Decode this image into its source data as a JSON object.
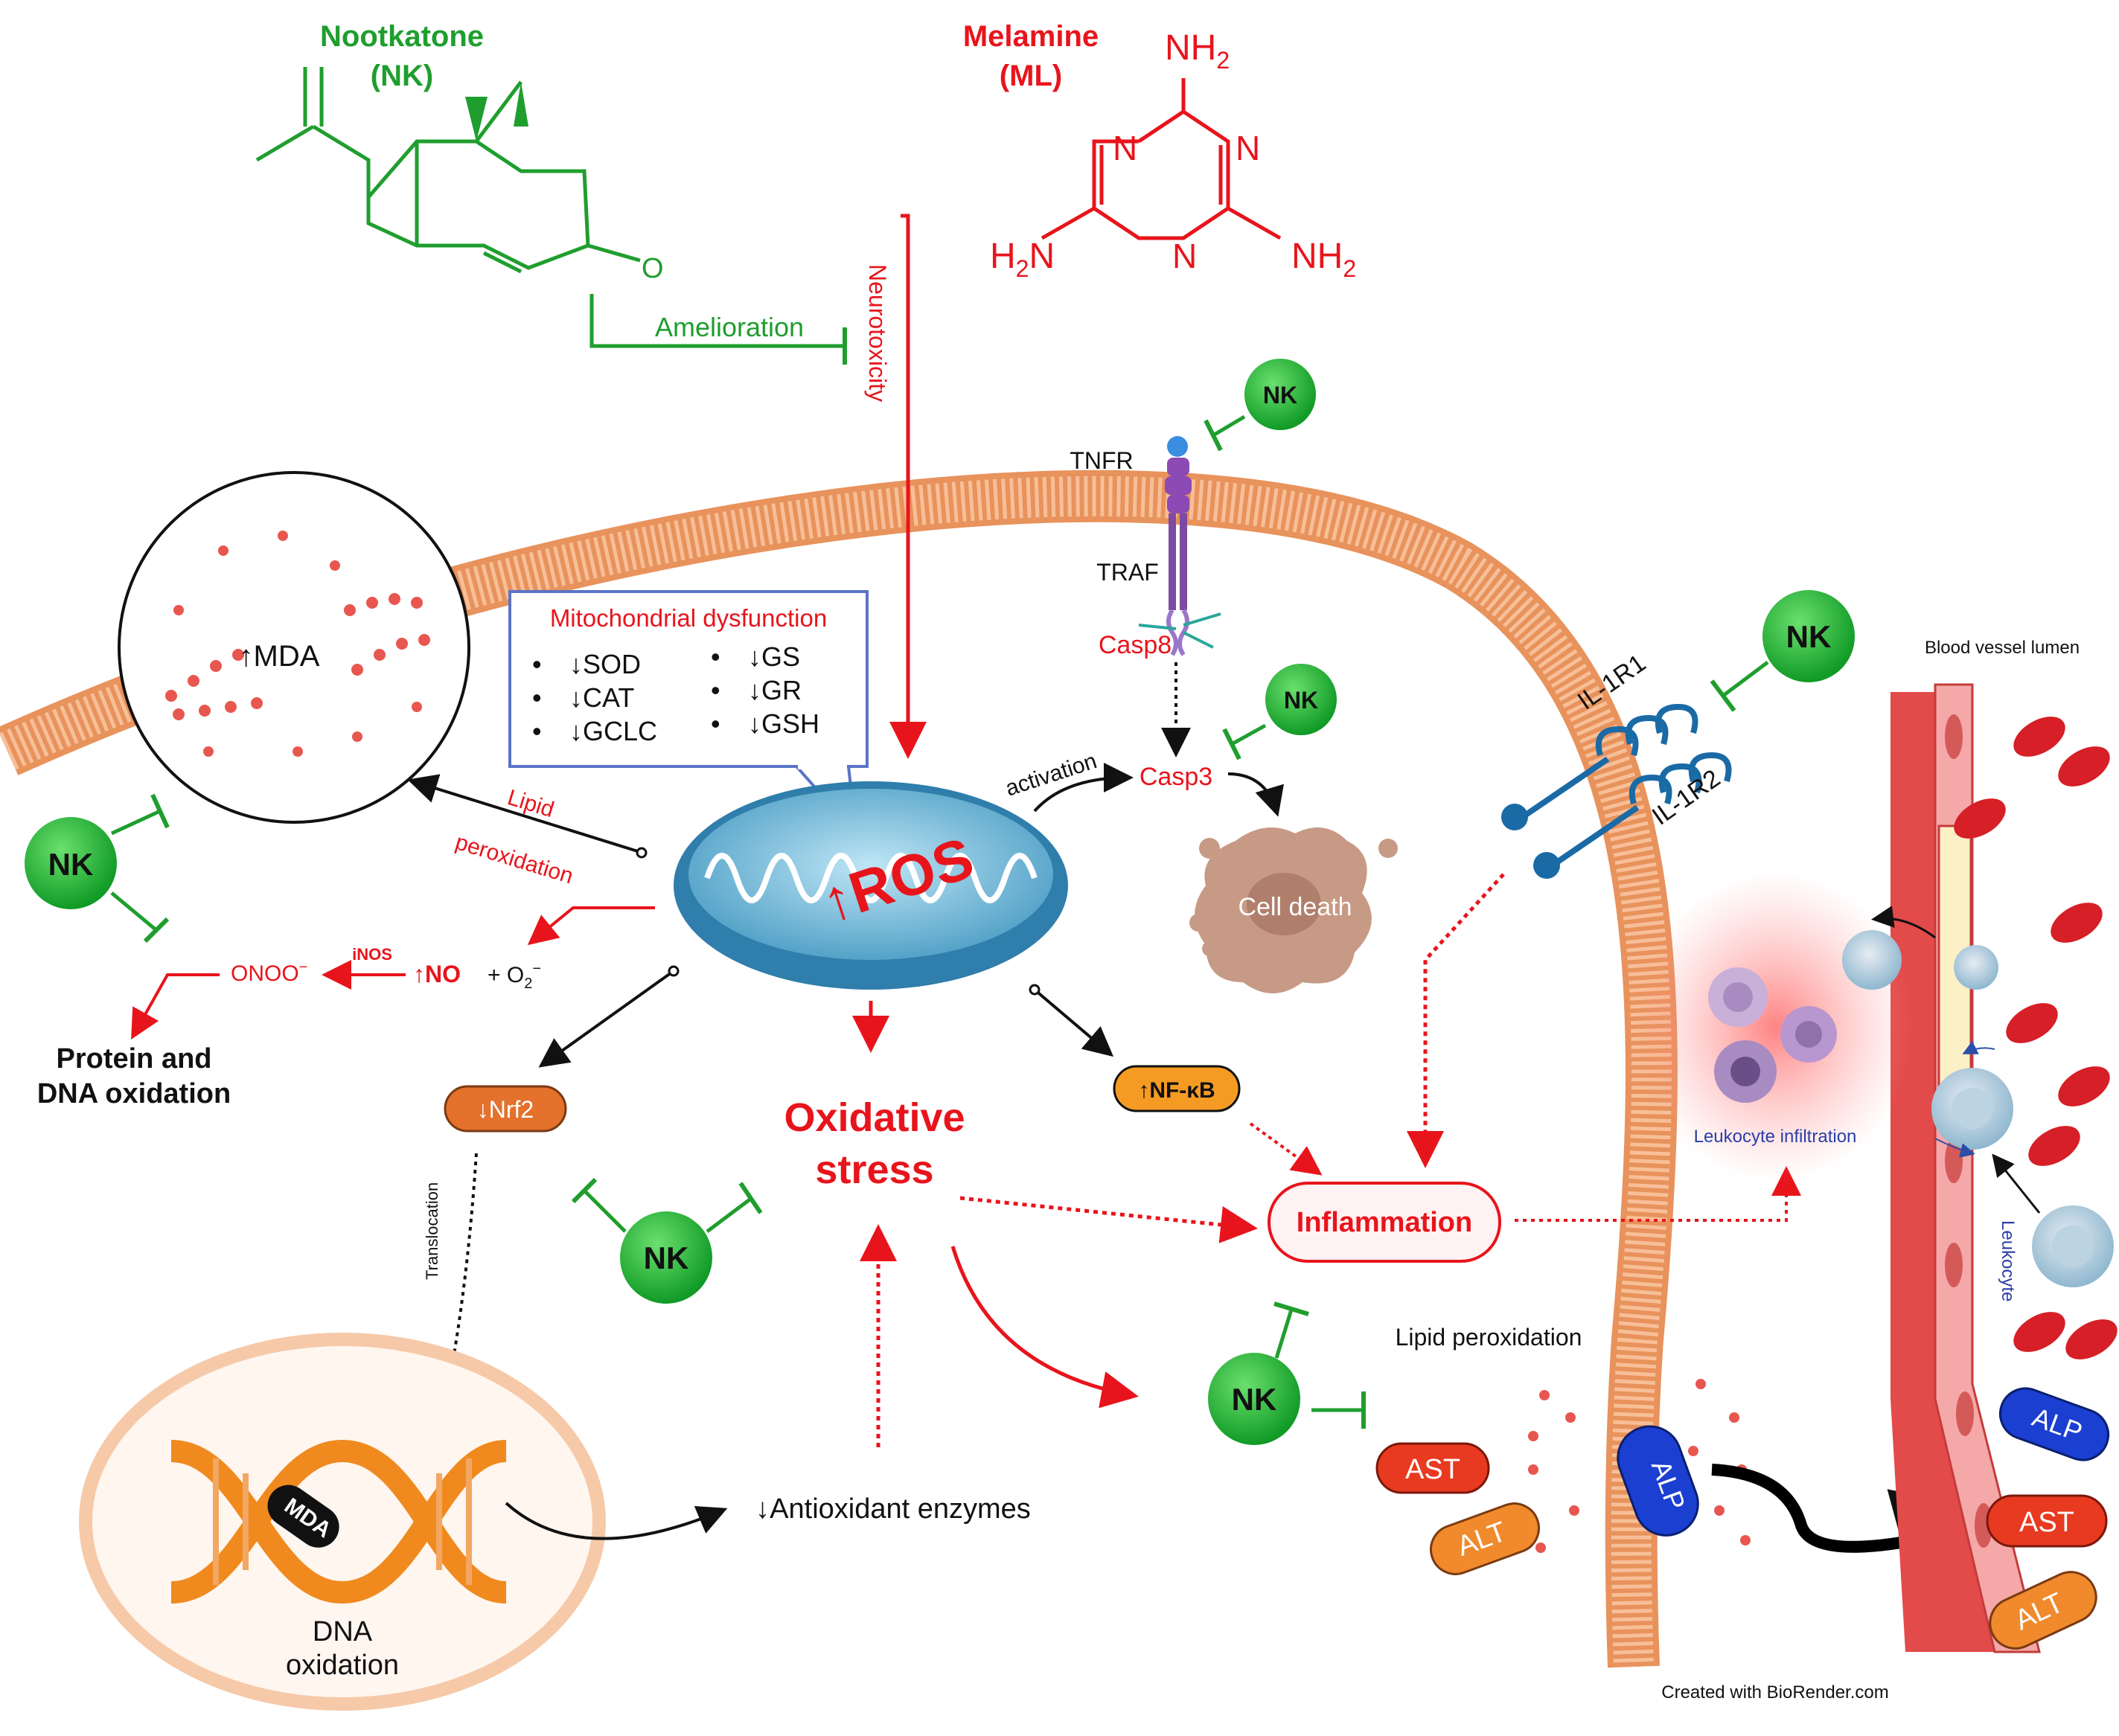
{
  "compounds": {
    "nk_name": "Nootkatone",
    "nk_abbr": "(NK)",
    "nk_oxygen": "O",
    "ml_name": "Melamine",
    "ml_abbr": "(ML)",
    "ml_n": "N",
    "ml_nh2": "NH",
    "ml_h2n_h": "H",
    "ml_h2n_n": "N",
    "ml_sub2": "2"
  },
  "actions": {
    "amelioration": "Amelioration",
    "neurotoxicity": "Neurotoxicity",
    "nk_badge": "NK"
  },
  "receptors": {
    "tnfr": "TNFR",
    "traf": "TRAF",
    "casp8": "Casp8",
    "casp3": "Casp3",
    "activation": "activation",
    "il1r1": "IL-1R1",
    "il1r2": "IL-1R2"
  },
  "mito_box": {
    "title": "Mitochondrial dysfunction",
    "left_items": [
      "↓SOD",
      "↓CAT",
      "↓GCLC"
    ],
    "right_items": [
      "↓GS",
      "↓GR",
      "↓GSH"
    ],
    "bullet": "•"
  },
  "center": {
    "ros": "↑ROS",
    "oxidative": "Oxidative",
    "stress": "stress",
    "cell_death": "Cell death",
    "mda_circle": "↑MDA",
    "lipid": "Lipid",
    "peroxidation": "peroxidation"
  },
  "left_path": {
    "onoo": "ONOO",
    "onoo_sup": "−",
    "inos": "iNOS",
    "no": "↑NO",
    "plus_o2": "+ O",
    "o2_sub": "2",
    "o2_sup": "−",
    "protein_line1": "Protein and",
    "protein_line2": "DNA oxidation"
  },
  "lower": {
    "nrf2": "↓Nrf2",
    "nfkb": "↑NF-κB",
    "inflammation": "Inflammation",
    "translocation": "Translocation",
    "antioxidant": "↓Antioxidant enzymes",
    "dna_mda": "MDA",
    "dna_line1": "DNA",
    "dna_line2": "oxidation",
    "lipid_perox": "Lipid peroxidation"
  },
  "liver_enzymes": {
    "ast": "AST",
    "alt": "ALT",
    "alp": "ALP"
  },
  "vessel": {
    "lumen": "Blood vessel lumen",
    "infiltration": "Leukocyte infiltration",
    "leukocyte": "Leukocyte"
  },
  "credit": "Created with BioRender.com",
  "colors": {
    "green": "#1f9e2e",
    "red": "#e8141c",
    "membrane": "#f4a574",
    "nk_ball": "#21b43a",
    "orange_pill": "#f07a2a",
    "blue": "#1b3fd1"
  }
}
